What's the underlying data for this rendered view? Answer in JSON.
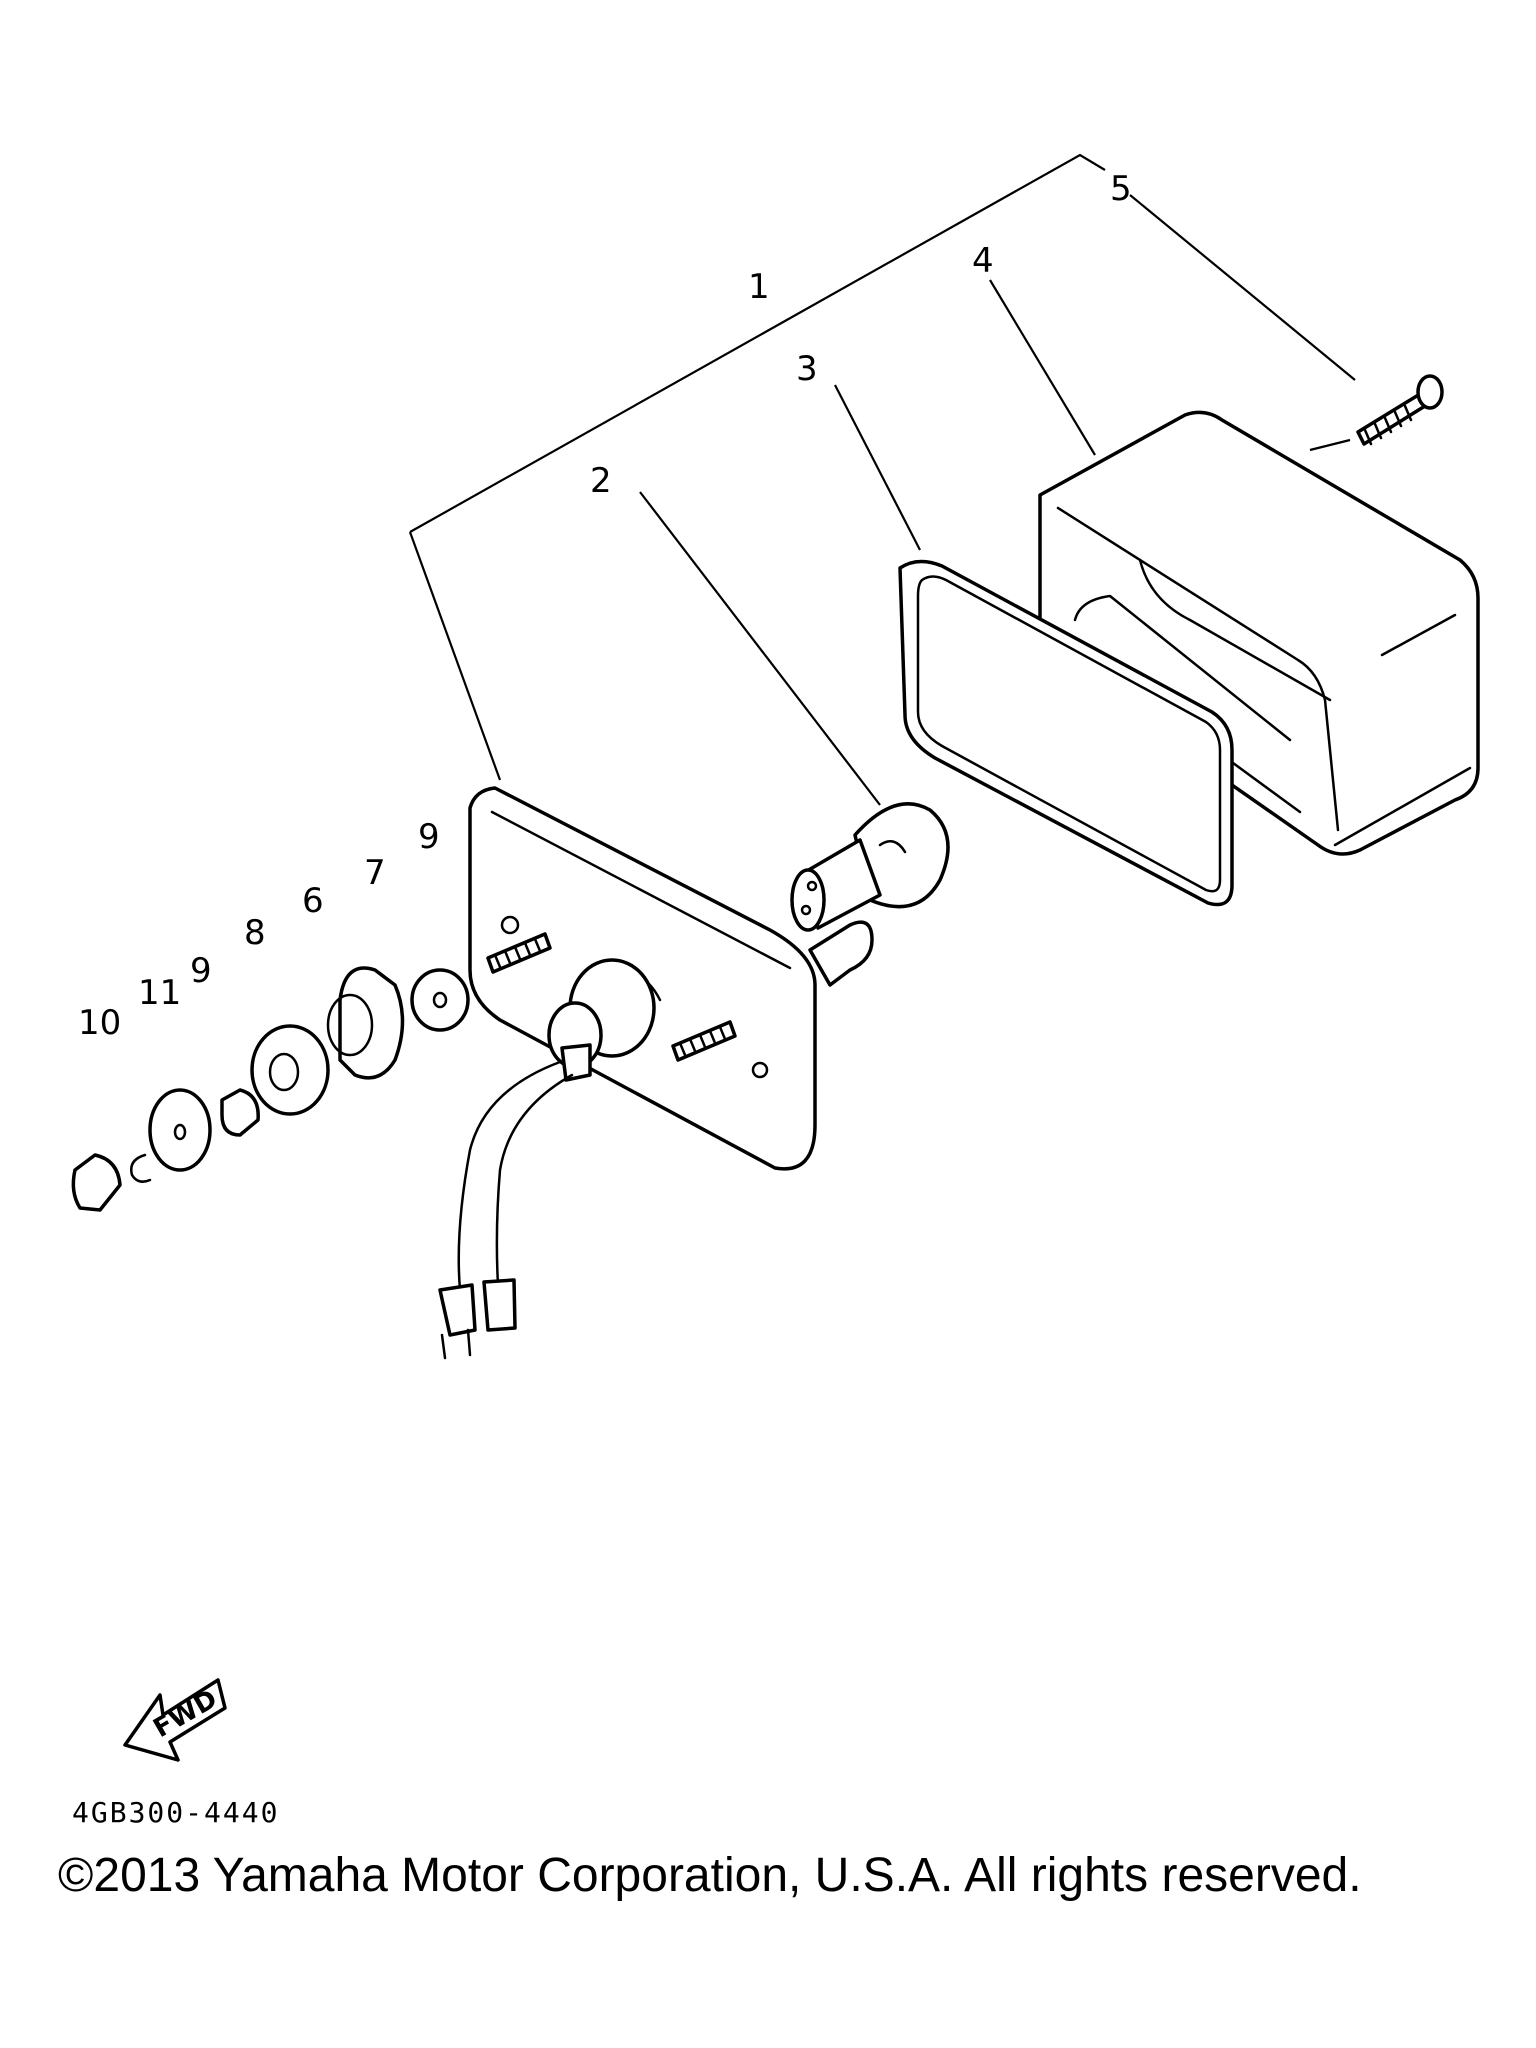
{
  "diagram": {
    "callouts": [
      {
        "id": "1",
        "label": "1"
      },
      {
        "id": "2",
        "label": "2"
      },
      {
        "id": "3",
        "label": "3"
      },
      {
        "id": "4",
        "label": "4"
      },
      {
        "id": "5",
        "label": "5"
      },
      {
        "id": "6",
        "label": "6"
      },
      {
        "id": "7",
        "label": "7"
      },
      {
        "id": "8",
        "label": "8"
      },
      {
        "id": "9a",
        "label": "9"
      },
      {
        "id": "9b",
        "label": "9"
      },
      {
        "id": "10",
        "label": "10"
      },
      {
        "id": "11",
        "label": "11"
      }
    ],
    "direction_badge": "FWD",
    "drawing_code": "4GB300-4440"
  },
  "footer": {
    "copyright": "©2013 Yamaha Motor Corporation, U.S.A. All rights reserved."
  }
}
